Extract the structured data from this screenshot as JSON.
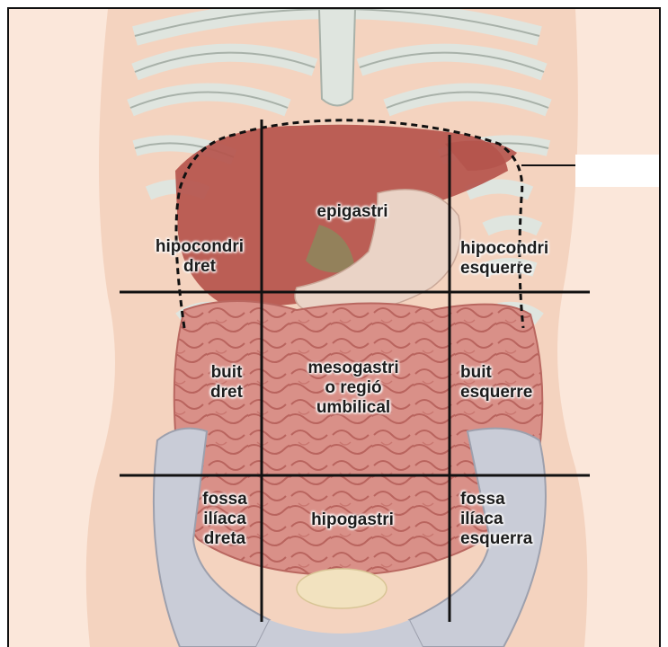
{
  "regions": {
    "right_hypochondriac": "hipocondri\ndret",
    "epigastric": "epigastri",
    "left_hypochondriac": "hipocondri\nesquerre",
    "right_lumbar": "buit\ndret",
    "umbilical": "mesogastri\no regió\numbilical",
    "left_lumbar": "buit\nesquerre",
    "right_iliac": "fossa\nilíaca\ndreta",
    "hypogastric": "hipogastri",
    "left_iliac": "fossa\nilíaca\nesquerra"
  },
  "colors": {
    "skin": "#f5d6c2",
    "bone": "#dde3dd",
    "bone_outline": "#a9b2aa",
    "liver": "#b8544c",
    "stomach": "#e7cfc2",
    "intestine": "#d98f86",
    "intestine_dark": "#bf6c66",
    "pelvis": "#c8cbd6",
    "grid_line": "#111111"
  }
}
